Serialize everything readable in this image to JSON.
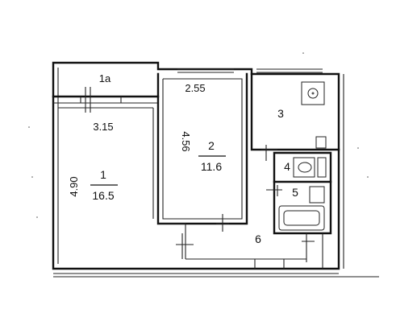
{
  "rooms": [
    {
      "id": "1",
      "label": "1",
      "area": "16.5"
    },
    {
      "id": "1a",
      "label": "1a"
    },
    {
      "id": "2",
      "label": "2",
      "area": "11.6"
    },
    {
      "id": "3",
      "label": "3"
    },
    {
      "id": "4",
      "label": "4"
    },
    {
      "id": "5",
      "label": "5"
    },
    {
      "id": "6",
      "label": "6"
    }
  ],
  "dimensions": {
    "room1_width": "3.15",
    "room1_length": "4.90",
    "room2_width": "2.55",
    "room2_length": "4.56"
  }
}
